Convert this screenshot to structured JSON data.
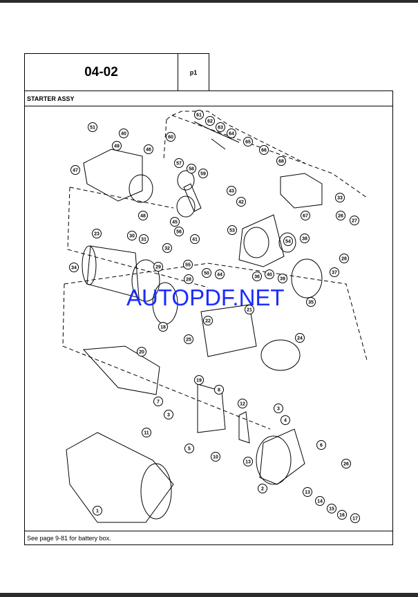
{
  "header": {
    "section_code": "04-02",
    "page_label": "p1"
  },
  "title": "STARTER ASSY",
  "footer_note": "See page 9-81 for battery box.",
  "watermark": "AUTOPDF.NET",
  "callouts": [
    "51",
    "40",
    "49",
    "47",
    "46",
    "48",
    "45",
    "23",
    "30",
    "31",
    "32",
    "34",
    "29",
    "55",
    "28",
    "18",
    "22",
    "25",
    "21",
    "24",
    "20",
    "19",
    "8",
    "7",
    "3",
    "11",
    "5",
    "10",
    "12",
    "13",
    "3",
    "4",
    "6",
    "2",
    "26",
    "13",
    "14",
    "15",
    "16",
    "17",
    "1",
    "60",
    "61",
    "62",
    "63",
    "64",
    "65",
    "66",
    "68",
    "57",
    "58",
    "59",
    "43",
    "42",
    "41",
    "53",
    "54",
    "33",
    "26",
    "27",
    "67",
    "38",
    "28",
    "50",
    "44",
    "36",
    "40",
    "39",
    "37",
    "35",
    "56"
  ],
  "colors": {
    "watermark": "#1a2cff",
    "ink": "#000000",
    "chrome": "#2b2b2b"
  }
}
